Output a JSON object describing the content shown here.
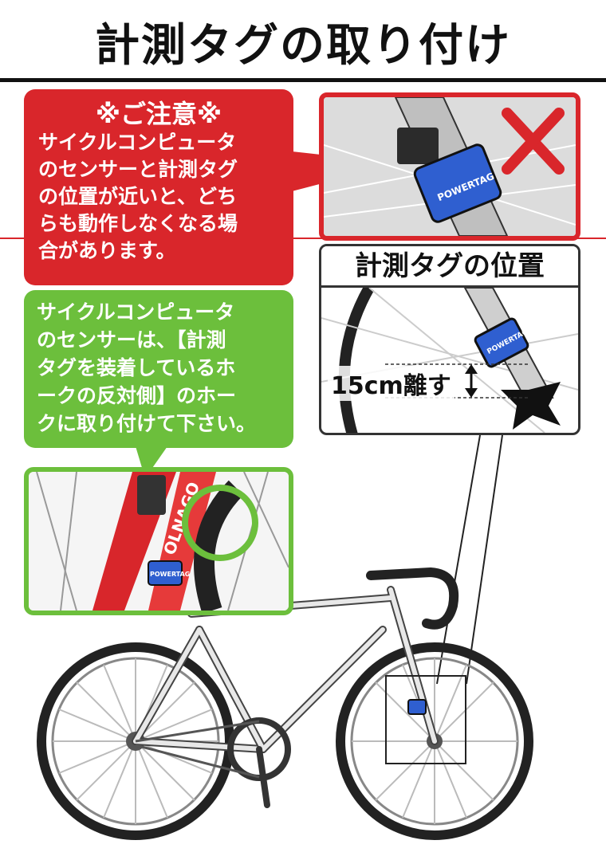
{
  "title": "計測タグの取り付け",
  "notice": {
    "head": "※ご注意※",
    "body": "サイクルコンピュータ\nのセンサーと計測タグ\nの位置が近いと、どち\nらも動作しなくなる場\n合があります。"
  },
  "instruction": {
    "body": "サイクルコンピュータ\nのセンサーは、【計測\nタグを装着しているホ\nークの反対側】のホー\nクに取り付けて下さい。"
  },
  "position_panel": {
    "label": "計測タグの位置",
    "distance": "15cm離す"
  },
  "tag_text": "POWERTAG",
  "frame_text": "OLNAGO",
  "colors": {
    "red": "#d9262b",
    "green": "#6cbf3c",
    "tag_blue": "#2f5fd0"
  },
  "icons": [
    "x-mark-icon",
    "double-arrow-icon"
  ]
}
